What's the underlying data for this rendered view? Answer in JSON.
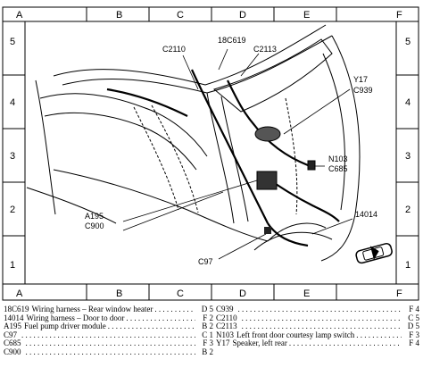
{
  "grid": {
    "columns": [
      "A",
      "B",
      "C",
      "D",
      "E",
      "F"
    ],
    "rows": [
      "5",
      "4",
      "3",
      "2",
      "1"
    ]
  },
  "callouts": {
    "c2110": "C2110",
    "c18c619": "18C619",
    "c2113": "C2113",
    "y17": "Y17",
    "c939": "C939",
    "n103": "N103",
    "c685": "C685",
    "c14014": "14014",
    "a195": "A195",
    "c900": "C900",
    "c97": "C97"
  },
  "legend": {
    "left": [
      {
        "code": "18C619",
        "desc": "Wiring harness – Rear window heater",
        "loc": "D 5"
      },
      {
        "code": "14014",
        "desc": "Wiring harness – Door to door",
        "loc": "F 2"
      },
      {
        "code": "A195",
        "desc": "Fuel pump driver module",
        "loc": "B 2"
      },
      {
        "code": "C97",
        "desc": "",
        "loc": "C 1"
      },
      {
        "code": "C685",
        "desc": "",
        "loc": "F 3"
      },
      {
        "code": "C900",
        "desc": "",
        "loc": "B 2"
      }
    ],
    "right": [
      {
        "code": "C939",
        "desc": "",
        "loc": "F 4"
      },
      {
        "code": "C2110",
        "desc": "",
        "loc": "C 5"
      },
      {
        "code": "C2113",
        "desc": "",
        "loc": "D 5"
      },
      {
        "code": "N103",
        "desc": "Left front door courtesy lamp switch",
        "loc": "F 3"
      },
      {
        "code": "Y17",
        "desc": "Speaker, left rear",
        "loc": "F 4"
      }
    ]
  }
}
